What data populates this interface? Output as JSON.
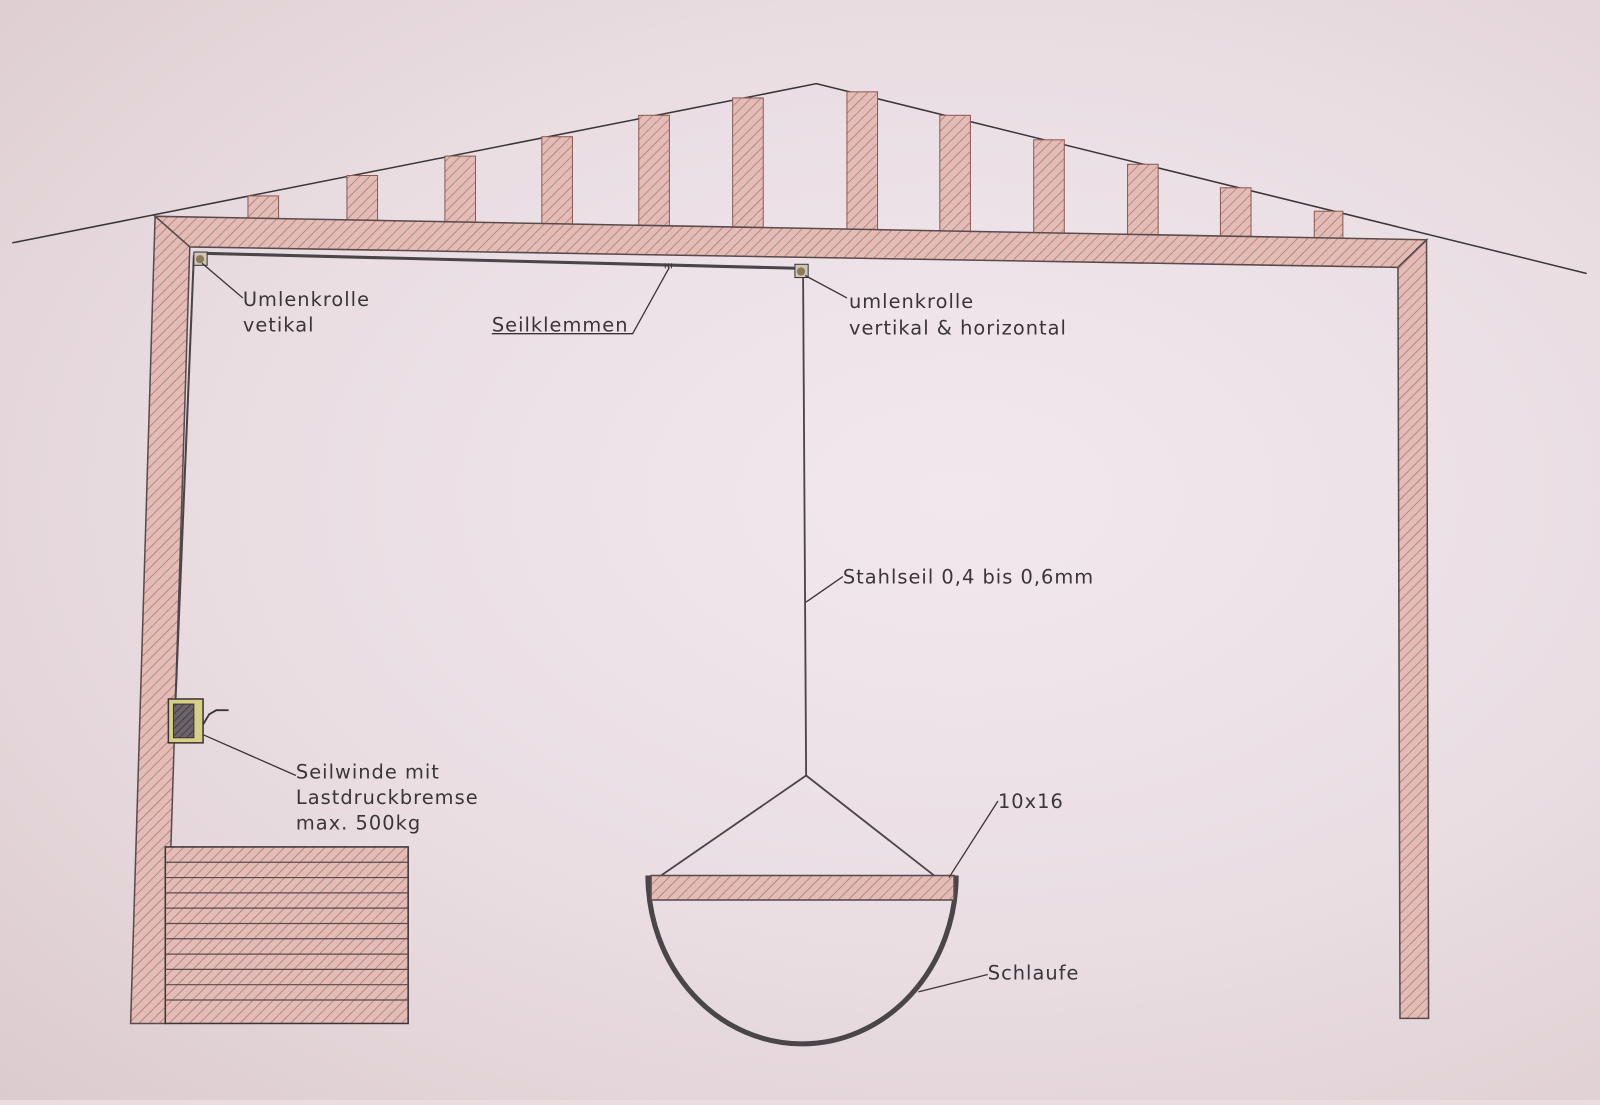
{
  "labels": {
    "pulley_left_line1": "Umlenkrolle",
    "pulley_left_line2": "vetikal",
    "rope_clamps": "Seilklemmen",
    "pulley_right_line1": "umlenkrolle",
    "pulley_right_line2": "vertikal & horizontal",
    "steel_rope": "Stahlseil 0,4 bis 0,6mm",
    "winch_line1": "Seilwinde mit",
    "winch_line2": "Lastdruckbremse",
    "winch_line3": "max. 500kg",
    "board_size": "10x16",
    "sling": "Schlaufe"
  },
  "colors": {
    "wood": "#d9a9a2",
    "hatch": "#b9776f",
    "line": "#3a3538",
    "winch": "#d8cf86"
  }
}
